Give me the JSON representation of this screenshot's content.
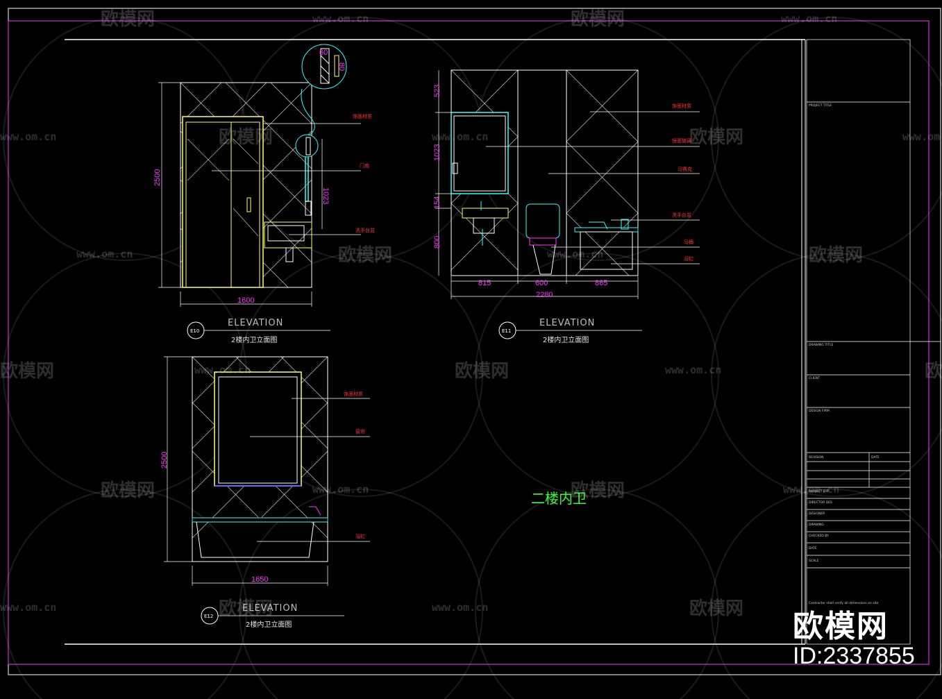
{
  "watermark": {
    "brand": "欧模网",
    "url": "www.om.cn",
    "id_label": "ID:2337855"
  },
  "drawing_title": "二楼内卫",
  "views": [
    {
      "code": "E10",
      "label": "ELEVATION",
      "subtitle": "2楼内卫立面图",
      "dims": [
        "2500",
        "1600",
        "1023",
        "60",
        "80"
      ]
    },
    {
      "code": "E11",
      "label": "ELEVATION",
      "subtitle": "2楼内卫立面图",
      "dims": [
        "523",
        "1023",
        "154",
        "800",
        "815",
        "600",
        "865",
        "2280"
      ]
    },
    {
      "code": "E12",
      "label": "ELEVATION",
      "subtitle": "2楼内卫立面图"
    }
  ],
  "title_block": {
    "project_title": "PROJECT TITLE",
    "drawing_title": "DRAWING TITLE",
    "client": "CLIENT",
    "design_firm": "DESIGN FIRM",
    "revision": "REVISION",
    "date_col": "DATE",
    "project_director": "PROJECT DIR",
    "director": "DIRECTOR DES",
    "designer": "DESIGNER",
    "drawing": "DRAWING",
    "checked": "CHECKED BY",
    "date": "DATE",
    "scale": "SCALE",
    "notes": "Contractor shall verify all dimensions on site"
  },
  "colors": {
    "frame": "#ff33ff",
    "wall": "#ffffff",
    "door": "#ffff66",
    "fixture": "#33ffff",
    "dimension": "#ff33ff",
    "label_green": "#33ff33",
    "note": "#ff3333"
  }
}
